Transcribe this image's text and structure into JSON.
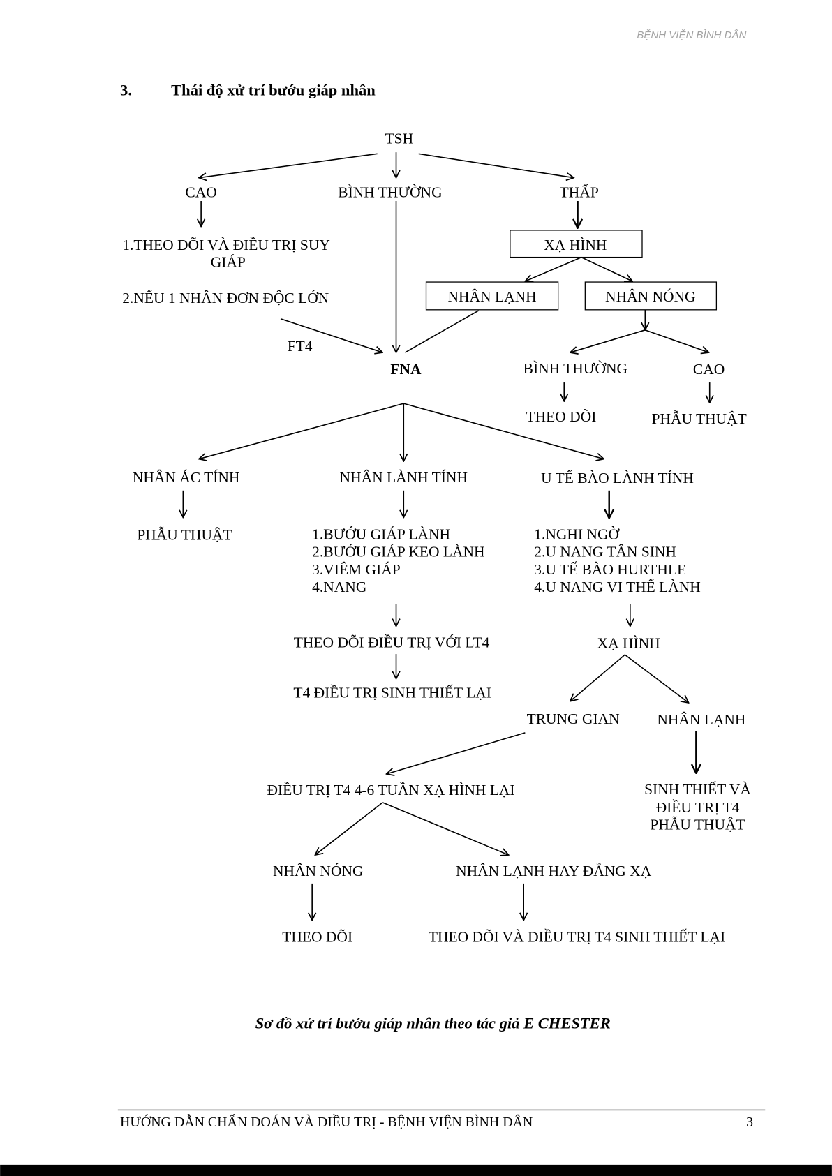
{
  "header": {
    "hospital": "BỆNH VIỆN BÌNH DÂN"
  },
  "section": {
    "number": "3.",
    "title": "Thái độ xử trí bướu giáp nhân"
  },
  "diagram": {
    "root": "TSH",
    "tsh_levels": {
      "high": "CAO",
      "normal": "BÌNH THƯỜNG",
      "low": "THẤP"
    },
    "high_branch": {
      "action_1": [
        "1.THEO DÕI VÀ ĐIỀU TRỊ SUY",
        "GIÁP"
      ],
      "action_2": "2.NẾU 1 NHÂN ĐƠN ĐỘC LỚN",
      "to_fna_label": "FT4"
    },
    "low_branch": {
      "scan": "XẠ HÌNH",
      "cold_nodule": "NHÂN LẠNH",
      "hot_nodule": "NHÂN NÓNG",
      "hot_levels": {
        "normal": "BÌNH THƯỜNG",
        "high": "CAO"
      },
      "hot_actions": {
        "normal": "THEO DÕI",
        "high": "PHẪU THUẬT"
      }
    },
    "fna": "FNA",
    "malignant": {
      "label": "NHÂN ÁC TÍNH",
      "action": "PHẪU THUẬT"
    },
    "benign": {
      "label": "NHÂN LÀNH TÍNH",
      "types": [
        "1.BƯỚU GIÁP LÀNH",
        "2.BƯỚU GIÁP KEO LÀNH",
        "3.VIÊM GIÁP",
        "4.NANG"
      ],
      "follow_up": "THEO DÕI ĐIỀU TRỊ VỚI LT4",
      "next_step": "T4 ĐIỀU TRỊ SINH THIẾT LẠI"
    },
    "follicular": {
      "label": "U TẾ BÀO LÀNH TÍNH",
      "types": [
        "1.NGHI NGỜ",
        "2.U NANG TÂN SINH",
        "3.U TẾ BÀO HURTHLE",
        "4.U NANG VI THỂ LÀNH"
      ],
      "scan": "XẠ HÌNH",
      "intermediate": "TRUNG GIAN",
      "cold_nodule": "NHÂN LẠNH",
      "cold_action": [
        "SINH THIẾT VÀ",
        "ĐIỀU TRỊ T4",
        "PHẪU THUẬT"
      ],
      "intermediate_action": "ĐIỀU TRỊ T4 4-6 TUẦN XẠ HÌNH LẠI",
      "rescan_hot": "NHÂN NÓNG",
      "rescan_cold_or_iso": "NHÂN LẠNH HAY ĐẲNG XẠ",
      "rescan_hot_action": "THEO DÕI",
      "rescan_cold_action": "THEO DÕI VÀ ĐIỀU TRỊ T4 SINH THIẾT LẠI"
    }
  },
  "caption": "Sơ đồ xử trí bướu giáp nhân theo tác giả E CHESTER",
  "footer": {
    "text": "HƯỚNG DẪN CHẨN ĐOÁN VÀ ĐIỀU TRỊ - BỆNH VIỆN BÌNH DÂN",
    "page_number": "3"
  }
}
